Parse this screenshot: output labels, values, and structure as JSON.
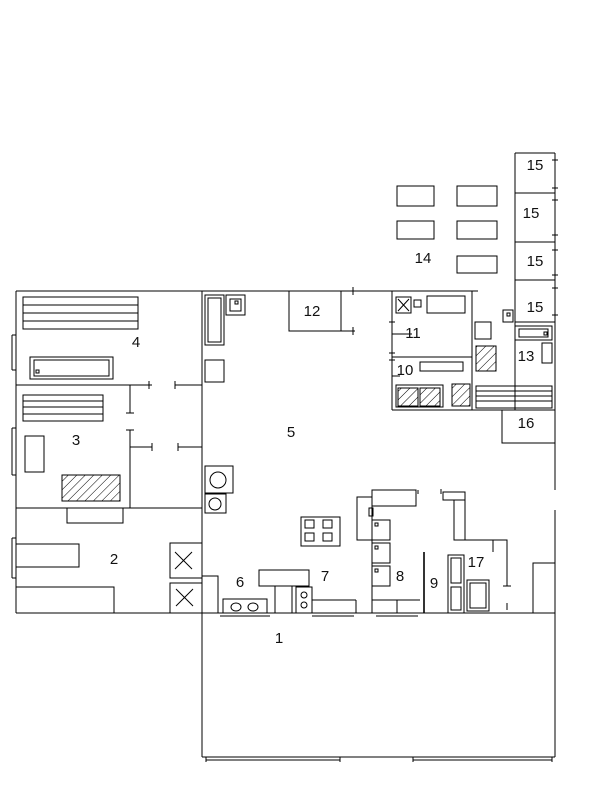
{
  "rooms": [
    {
      "id": "r1",
      "label": "1"
    },
    {
      "id": "r2",
      "label": "2"
    },
    {
      "id": "r3",
      "label": "3"
    },
    {
      "id": "r4",
      "label": "4"
    },
    {
      "id": "r5",
      "label": "5"
    },
    {
      "id": "r6",
      "label": "6"
    },
    {
      "id": "r7",
      "label": "7"
    },
    {
      "id": "r8",
      "label": "8"
    },
    {
      "id": "r9",
      "label": "9"
    },
    {
      "id": "r10",
      "label": "10"
    },
    {
      "id": "r11",
      "label": "11"
    },
    {
      "id": "r12",
      "label": "12"
    },
    {
      "id": "r13",
      "label": "13"
    },
    {
      "id": "r14",
      "label": "14"
    },
    {
      "id": "r15a",
      "label": "15"
    },
    {
      "id": "r15b",
      "label": "15"
    },
    {
      "id": "r15c",
      "label": "15"
    },
    {
      "id": "r15d",
      "label": "15"
    },
    {
      "id": "r16",
      "label": "16"
    },
    {
      "id": "r17",
      "label": "17"
    }
  ]
}
